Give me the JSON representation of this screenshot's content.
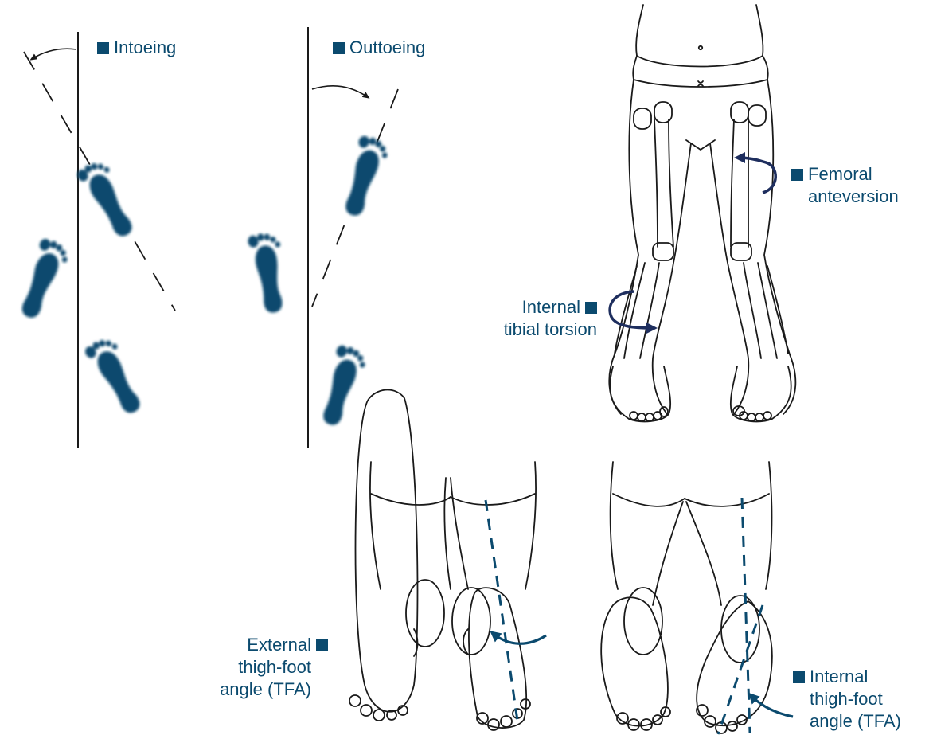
{
  "colors": {
    "accent": "#0b4a6e",
    "navy": "#1e2e5e",
    "line": "#1a1a1a"
  },
  "labels": {
    "intoeing": "Intoeing",
    "outtoeing": "Outtoeing",
    "femoral_1": "Femoral",
    "femoral_2": "anteversion",
    "tibial_1": "Internal",
    "tibial_2": "tibial torsion",
    "ext_tfa_1": "External",
    "ext_tfa_2": "thigh-foot",
    "ext_tfa_3": "angle (TFA)",
    "int_tfa_1": "Internal",
    "int_tfa_2": "thigh-foot",
    "int_tfa_3": "angle (TFA)"
  },
  "icons": [
    "square-bullet-icon",
    "curved-arrow-icon",
    "footprint-icon"
  ]
}
